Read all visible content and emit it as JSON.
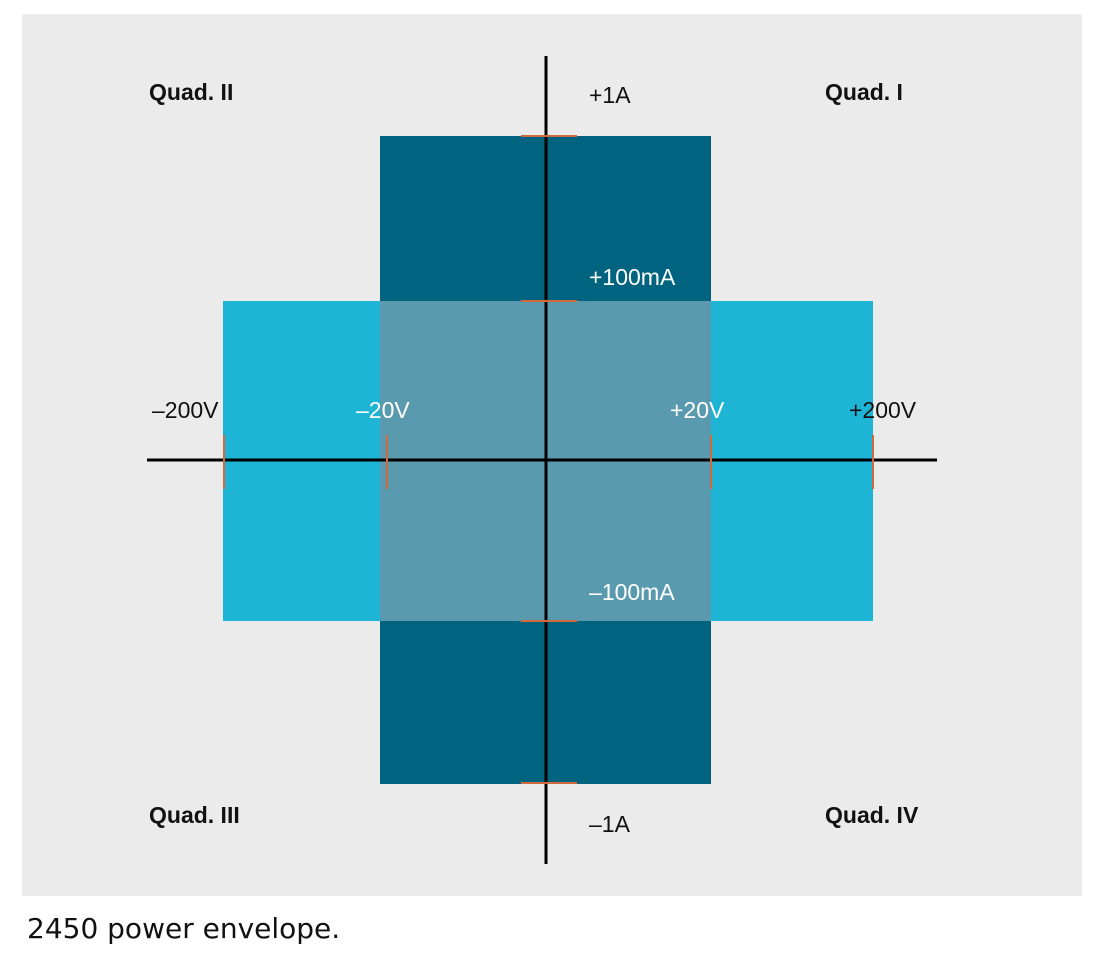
{
  "caption": "2450 power envelope.",
  "quadrants": {
    "q1": "Quad. I",
    "q2": "Quad. II",
    "q3": "Quad. III",
    "q4": "Quad. IV"
  },
  "axis_labels": {
    "current_pos_high": "+1A",
    "current_pos_low": "+100mA",
    "current_neg_low": "–100mA",
    "current_neg_high": "–1A",
    "voltage_neg_high": "–200V",
    "voltage_neg_low": "–20V",
    "voltage_pos_low": "+20V",
    "voltage_pos_high": "+200V"
  },
  "envelope": {
    "ranges": [
      {
        "voltage_limit_V": 20,
        "current_limit_A": 1
      },
      {
        "voltage_limit_V": 200,
        "current_limit_A": 0.1
      }
    ]
  },
  "colors": {
    "panel_background": "#ebebeb",
    "high_current_region": "#00637f",
    "high_voltage_region": "#1eb4d6",
    "overlap_region": "#5a9aae",
    "axis": "#000000",
    "tick_marks": "#d2693c",
    "label_dark": "#111111",
    "label_light": "#ffffff"
  }
}
